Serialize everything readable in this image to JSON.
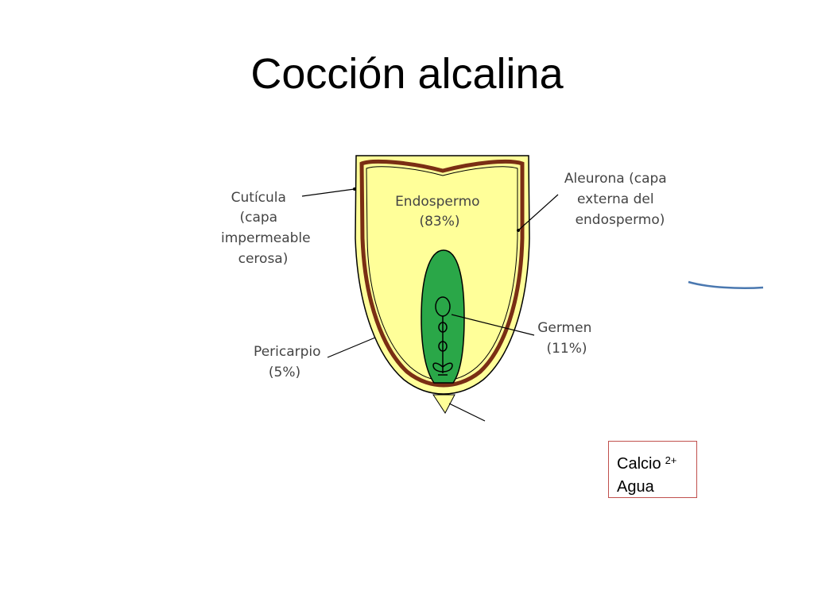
{
  "title": "Cocción alcalina",
  "diagram": {
    "labels": {
      "cuticula": [
        "Cutícula",
        "(capa",
        "impermeable",
        "cerosa)"
      ],
      "endospermo": [
        "Endospermo",
        "(83%)"
      ],
      "aleurona": [
        "Aleurona (capa",
        "externa del",
        "endospermo)"
      ],
      "germen": [
        "Germen",
        "(11%)"
      ],
      "pericarpio": [
        "Pericarpio",
        "(5%)"
      ]
    },
    "colors": {
      "endosperm": "#ffff99",
      "pericarp": "#7a2e14",
      "germ": "#2aa748",
      "outline": "#000000",
      "arc": "#4a78b0",
      "callout_border": "#c0504d"
    }
  },
  "callout": {
    "line1": "Calcio",
    "superscript": "2+",
    "line2": "Agua"
  }
}
